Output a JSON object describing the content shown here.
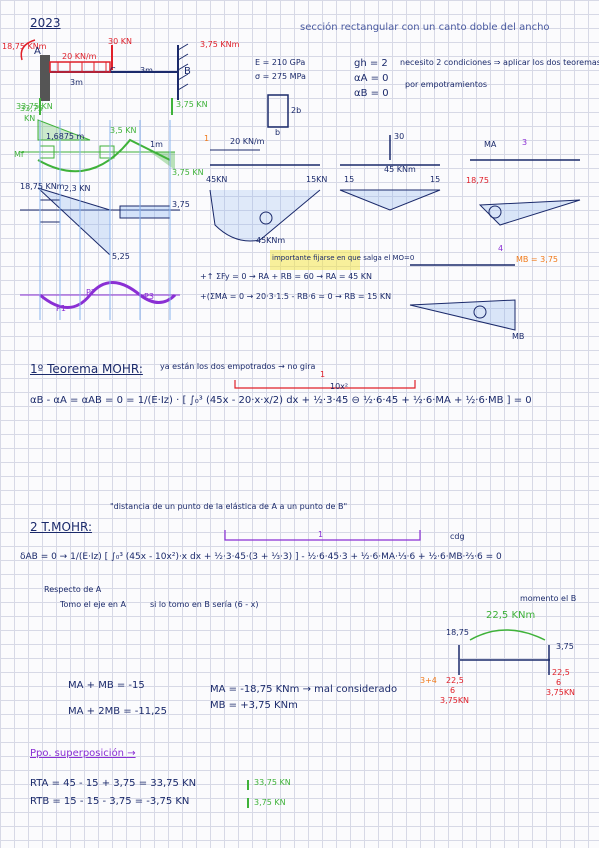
{
  "header": {
    "year": "2023",
    "subtitle": "sección rectangular con un canto doble del ancho"
  },
  "problem": {
    "load_distributed": "20 KN/m",
    "load_point": "30 KN",
    "moment_b": "3,75 KNm",
    "reaction_left_moment": "18,75 KNm",
    "reaction_left_force": "33,75 KN",
    "reaction_right_force": "3,75 KN",
    "span_left": "3m",
    "span_right": "3m",
    "node_a": "A",
    "node_b": "B",
    "node_c": "C",
    "E": "E = 210 GPa",
    "sigma": "σ = 275 MPa",
    "gh": "gh = 2",
    "gh_note": "necesito 2 condiciones ⇒ aplicar los dos teoremas",
    "alpha_a": "αA = 0",
    "alpha_b": "αB = 0",
    "alpha_note": "por empotramientos",
    "section_h": "2b",
    "section_b": "b"
  },
  "subproblems": {
    "p1_label": "1",
    "p1_load": "20 KN/m",
    "p1_reaction_a": "45KN",
    "p1_reaction_b": "15KN",
    "p1_moment": "45KNm",
    "p1_note": "importante fijarse en que salga el MO=0",
    "p1_eq1": "+↑ ΣFy = 0 → RA + RB = 60 → RA = 45 KN",
    "p1_eq2": "+(ΣMA = 0 → 20·3·1.5 - RB·6 = 0 → RB = 15 KN",
    "p2_load": "30",
    "p2_reaction_a": "15",
    "p2_reaction_b": "15",
    "p2_moment": "45 KNm",
    "p3_label": "3",
    "p3_moment": "MA",
    "p3_value": "18,75",
    "p4_label": "4",
    "p4_moment": "MB = 3,75",
    "p4_tag": "MB"
  },
  "diagram_labels": {
    "v_left": "33,75",
    "v_left2": "KN",
    "v_mid": "3,5 KN",
    "v_right": "3,75 KN",
    "m_left": "18,75 KNm",
    "m_dist": "1,6875 m",
    "m_right": "3,75",
    "m_mid": "2,3 KN",
    "m_mid2": "5,25",
    "m_one": "1m",
    "m_label": "Mf",
    "deflect_p1": "P1",
    "deflect_p2": "P2",
    "deflect_p3": "P3"
  },
  "mohr1": {
    "title": "1º Teorema MOHR:",
    "note": "ya están los dos empotrados → no gira",
    "eq": "αB - αA = αAB = 0 = 1/(E·Iz) · [ ∫₀³ (45x - 20·x·x/2) dx + ½·3·45 ⊖ ½·6·45 + ½·6·MA + ½·6·MB ] = 0",
    "tag": "1",
    "sub": "10x²"
  },
  "mohr2": {
    "title": "2 T.MOHR:",
    "quote": "\"distancia de un punto de la elástica de A a un punto de B\"",
    "eq": "δAB = 0 → 1/(E·Iz) [ ∫₀³ (45x - 10x²)·x dx + ½·3·45·(3 + ⅓·3) ] - ½·6·45·3 + ½·6·MA·⅓·6 + ½·6·MB·⅔·6 = 0",
    "tag": "1",
    "cdg": "cdg",
    "note_a": "Respecto de A",
    "note_b": "Tomo el eje en A",
    "note_c": "si lo tomo en B sería (6 - x)"
  },
  "system": {
    "eq1": "MA + MB = -15",
    "eq2": "MA + 2MB = -11,25",
    "res1": "MA = -18,75 KNm → mal considerado",
    "res2": "MB = +3,75 KNm",
    "tag": "3+4"
  },
  "final_diagram": {
    "moment": "22,5 KNm",
    "left": "18,75",
    "right": "3,75",
    "left_val": "22,5",
    "left_div": "6",
    "left_res": "3,75KN",
    "right_val": "22,5",
    "right_div": "6",
    "right_res": "3,75KN",
    "note": "momento el B"
  },
  "superposicion": {
    "title": "Ppo. superposición →",
    "ra": "RTA = 45 - 15 + 3,75 = 33,75 KN",
    "rb": "RTB = 15 - 15 - 3,75 = -3,75 KN",
    "ra_arrow": "33,75 KN",
    "rb_arrow": "3,75 KN"
  },
  "colors": {
    "ink": "#1b2a6b",
    "red": "#e0202a",
    "green": "#3fb23a",
    "purple": "#8a2fd4",
    "orange": "#f07a1a"
  }
}
